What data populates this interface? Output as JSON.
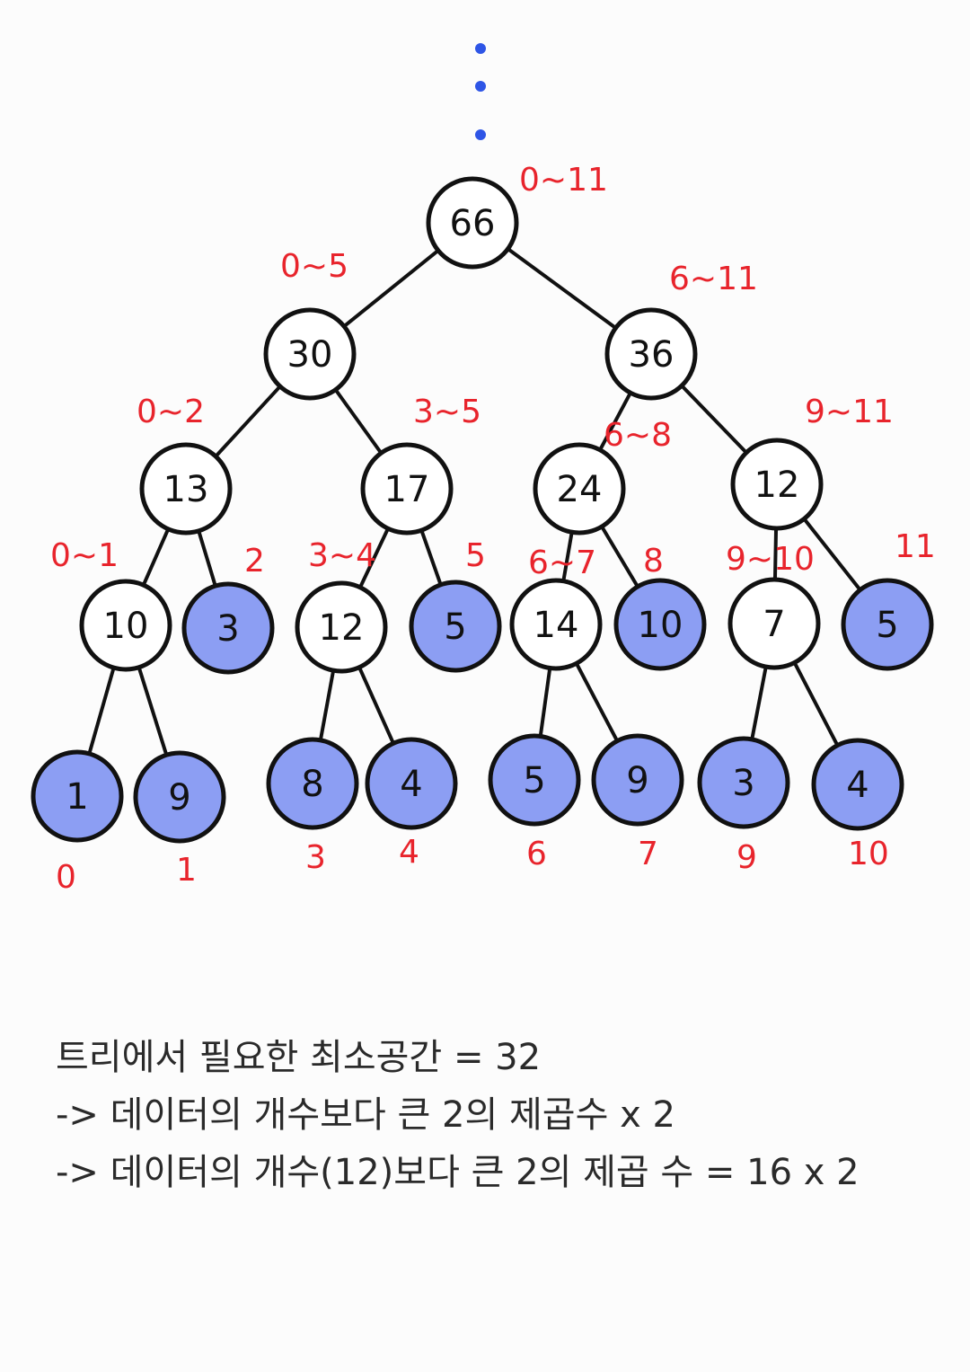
{
  "colors": {
    "leaf_fill": "#8c9ef3",
    "node_fill": "#ffffff",
    "outline": "#111111",
    "range_label": "#e8242c",
    "dots": "#2e55e6"
  },
  "tree": {
    "nodes": [
      {
        "id": "n0",
        "value": "66",
        "range": "0~11",
        "leaf": false
      },
      {
        "id": "n1",
        "value": "30",
        "range": "0~5",
        "leaf": false
      },
      {
        "id": "n2",
        "value": "36",
        "range": "6~11",
        "leaf": false
      },
      {
        "id": "n3",
        "value": "13",
        "range": "0~2",
        "leaf": false
      },
      {
        "id": "n4",
        "value": "17",
        "range": "3~5",
        "leaf": false
      },
      {
        "id": "n5",
        "value": "24",
        "range": "6~8",
        "leaf": false
      },
      {
        "id": "n6",
        "value": "12",
        "range": "9~11",
        "leaf": false
      },
      {
        "id": "n7",
        "value": "10",
        "range": "0~1",
        "leaf": false
      },
      {
        "id": "n8",
        "value": "3",
        "range": "2",
        "leaf": true
      },
      {
        "id": "n9",
        "value": "12",
        "range": "3~4",
        "leaf": false
      },
      {
        "id": "n10",
        "value": "5",
        "range": "5",
        "leaf": true
      },
      {
        "id": "n11",
        "value": "14",
        "range": "6~7",
        "leaf": false
      },
      {
        "id": "n12",
        "value": "10",
        "range": "8",
        "leaf": true
      },
      {
        "id": "n13",
        "value": "7",
        "range": "9~10",
        "leaf": false
      },
      {
        "id": "n14",
        "value": "5",
        "range": "11",
        "leaf": true
      },
      {
        "id": "n15",
        "value": "1",
        "range": "0",
        "leaf": true
      },
      {
        "id": "n16",
        "value": "9",
        "range": "1",
        "leaf": true
      },
      {
        "id": "n17",
        "value": "8",
        "range": "3",
        "leaf": true
      },
      {
        "id": "n18",
        "value": "4",
        "range": "4",
        "leaf": true
      },
      {
        "id": "n19",
        "value": "5",
        "range": "6",
        "leaf": true
      },
      {
        "id": "n20",
        "value": "9",
        "range": "7",
        "leaf": true
      },
      {
        "id": "n21",
        "value": "3",
        "range": "9",
        "leaf": true
      },
      {
        "id": "n22",
        "value": "4",
        "range": "10",
        "leaf": true
      }
    ],
    "edges": [
      [
        "n0",
        "n1"
      ],
      [
        "n0",
        "n2"
      ],
      [
        "n1",
        "n3"
      ],
      [
        "n1",
        "n4"
      ],
      [
        "n2",
        "n5"
      ],
      [
        "n2",
        "n6"
      ],
      [
        "n3",
        "n7"
      ],
      [
        "n3",
        "n8"
      ],
      [
        "n4",
        "n9"
      ],
      [
        "n4",
        "n10"
      ],
      [
        "n5",
        "n11"
      ],
      [
        "n5",
        "n12"
      ],
      [
        "n6",
        "n13"
      ],
      [
        "n6",
        "n14"
      ],
      [
        "n7",
        "n15"
      ],
      [
        "n7",
        "n16"
      ],
      [
        "n9",
        "n17"
      ],
      [
        "n9",
        "n18"
      ],
      [
        "n11",
        "n19"
      ],
      [
        "n11",
        "n20"
      ],
      [
        "n13",
        "n21"
      ],
      [
        "n13",
        "n22"
      ]
    ]
  },
  "notes": [
    "트리에서 필요한 최소공간 = 32",
    "-> 데이터의 개수보다 큰 2의 제곱수 x 2",
    "-> 데이터의 개수(12)보다 큰 2의 제곱 수 = 16 x 2"
  ]
}
